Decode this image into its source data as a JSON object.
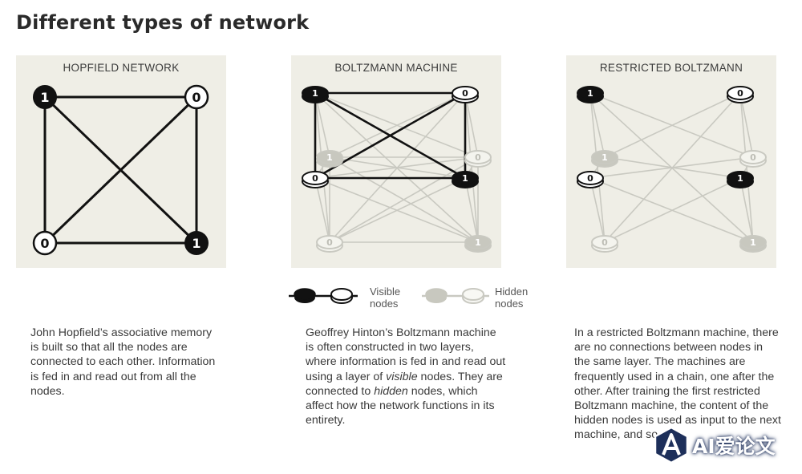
{
  "title": "Different types of network",
  "panels": [
    {
      "heading": "HOPFIELD NETWORK",
      "description": "John Hopfield’s associative memory is built so that all the nodes are connected to each other. Information is fed in and read out from all the nodes.",
      "nodes": [
        {
          "label": "1",
          "state": "visible-on"
        },
        {
          "label": "0",
          "state": "visible-off"
        },
        {
          "label": "0",
          "state": "visible-off"
        },
        {
          "label": "1",
          "state": "visible-on"
        }
      ]
    },
    {
      "heading": "BOLTZMANN MACHINE",
      "description_parts": {
        "p1": "Geoffrey Hinton’s Boltzmann machine is often constructed in two layers, where information is fed in and read out using a layer of ",
        "em1": "visible",
        "p2": " nodes. They are connected to ",
        "em2": "hidden",
        "p3": " nodes, which affect how the network functions in its entirety."
      },
      "visible_nodes": [
        "1",
        "0",
        "0",
        "1"
      ],
      "hidden_nodes": [
        "1",
        "0",
        "0",
        "1"
      ]
    },
    {
      "heading": "RESTRICTED BOLTZMANN",
      "description": "In a restricted Boltzmann machine, there are no connections between nodes in the same layer. The machines are frequently used in a chain, one after the other. After training the first restricted Boltzmann machine, the content of the hidden nodes is used as input to the next machine, and so on.",
      "visible_nodes": [
        "1",
        "0",
        "0",
        "1"
      ],
      "hidden_nodes": [
        "1",
        "0",
        "0",
        "1"
      ]
    }
  ],
  "legend": {
    "visible_label_1": "Visible",
    "visible_label_2": "nodes",
    "hidden_label_1": "Hidden",
    "hidden_label_2": "nodes"
  },
  "watermark": {
    "text": "AI爱论文",
    "icon": "ai-logo-icon"
  },
  "colors": {
    "panel_bg": "#efeee6",
    "edge_dark": "#111111",
    "edge_light": "#c9c9c1",
    "node_on": "#111111",
    "node_off": "#ffffff",
    "hidden_on": "#c8c8bf",
    "hidden_off": "#f4f4ee",
    "watermark_bg": "#1d2f5a"
  }
}
